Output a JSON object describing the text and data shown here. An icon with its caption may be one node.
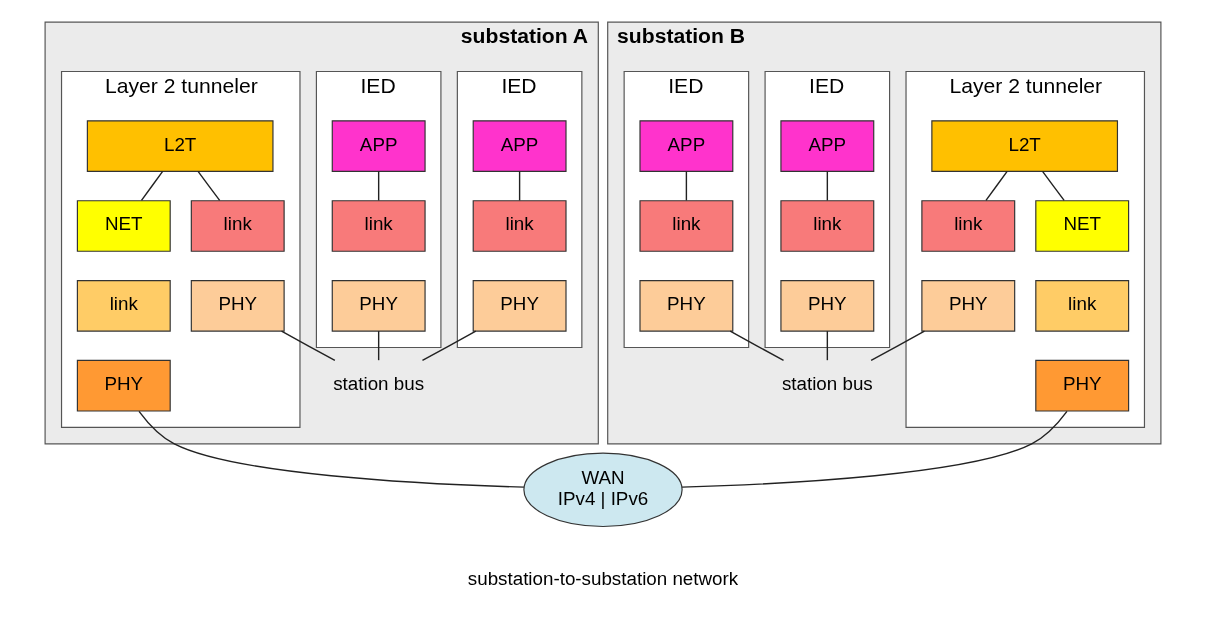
{
  "diagram": {
    "nodes": [
      {
        "text": [
          "substation A"
        ]
      },
      {
        "text": [
          "IED"
        ],
        "in": 0
      },
      {
        "text": [
          "APP"
        ],
        "in": 1
      },
      {
        "text": [
          "link"
        ],
        "in": 1
      },
      {
        "text": [
          "PHY"
        ],
        "in": 1
      },
      {
        "text": [
          "IED"
        ],
        "in": 0
      },
      {
        "text": [
          "APP"
        ],
        "in": 5
      },
      {
        "text": [
          "link"
        ],
        "in": 5
      },
      {
        "text": [
          "PHY"
        ],
        "in": 5
      },
      {
        "text": [
          "Layer 2 tunneler"
        ],
        "in": 0
      },
      {
        "text": [
          "L2T"
        ],
        "in": 9
      },
      {
        "text": [
          "link"
        ],
        "in": 9
      },
      {
        "text": [
          "PHY"
        ],
        "in": 9
      },
      {
        "text": [
          "NET"
        ],
        "in": 9
      },
      {
        "text": [
          "link"
        ],
        "in": 9
      },
      {
        "text": [
          "PHY"
        ],
        "in": 9
      },
      {
        "text": [
          "station bus"
        ],
        "in": 0
      },
      {
        "text": [
          "WAN",
          "IPv4 | IPv6"
        ],
        "beside": [
          "substation-to-substation network"
        ]
      },
      {
        "text": [
          "substation B"
        ]
      },
      {
        "text": [
          "Layer 2 tunneler"
        ],
        "in": 18
      },
      {
        "text": [
          "L2T"
        ],
        "in": 19
      },
      {
        "text": [
          "NET"
        ],
        "in": 19
      },
      {
        "text": [
          "link"
        ],
        "in": 19
      },
      {
        "text": [
          "PHY"
        ],
        "in": 19
      },
      {
        "text": [
          "link"
        ],
        "in": 19
      },
      {
        "text": [
          "PHY"
        ],
        "in": 19
      },
      {
        "text": [
          "IED"
        ],
        "in": 18
      },
      {
        "text": [
          "APP"
        ],
        "in": 26
      },
      {
        "text": [
          "link"
        ],
        "in": 26
      },
      {
        "text": [
          "PHY"
        ],
        "in": 26
      },
      {
        "text": [
          "IED"
        ],
        "in": 18
      },
      {
        "text": [
          "APP"
        ],
        "in": 30
      },
      {
        "text": [
          "link"
        ],
        "in": 30
      },
      {
        "text": [
          "PHY"
        ],
        "in": 30
      },
      {
        "text": [
          "station bus"
        ],
        "in": 18
      }
    ],
    "edges": [
      {
        "from": 2,
        "to": 3,
        "arrow": "none"
      },
      {
        "from": 6,
        "to": 7,
        "arrow": "none"
      },
      {
        "from": 10,
        "to": 11,
        "arrow": "none"
      },
      {
        "from": 10,
        "to": 13,
        "arrow": "none"
      },
      {
        "from": 4,
        "to": 16,
        "arrow": "none"
      },
      {
        "from": 8,
        "to": 16,
        "arrow": "none"
      },
      {
        "from": 12,
        "to": 16,
        "arrow": "none"
      },
      {
        "from": 15,
        "to": 17,
        "arrow": "none"
      },
      {
        "from": 23,
        "to": 17,
        "arrow": "none"
      },
      {
        "from": 20,
        "to": 21,
        "arrow": "none"
      },
      {
        "from": 20,
        "to": 24,
        "arrow": "none"
      },
      {
        "from": 27,
        "to": 28,
        "arrow": "none"
      },
      {
        "from": 31,
        "to": 32,
        "arrow": "none"
      },
      {
        "from": 25,
        "to": 34,
        "arrow": "none"
      },
      {
        "from": 29,
        "to": 34,
        "arrow": "none"
      },
      {
        "from": 33,
        "to": 34,
        "arrow": "none"
      }
    ]
  }
}
